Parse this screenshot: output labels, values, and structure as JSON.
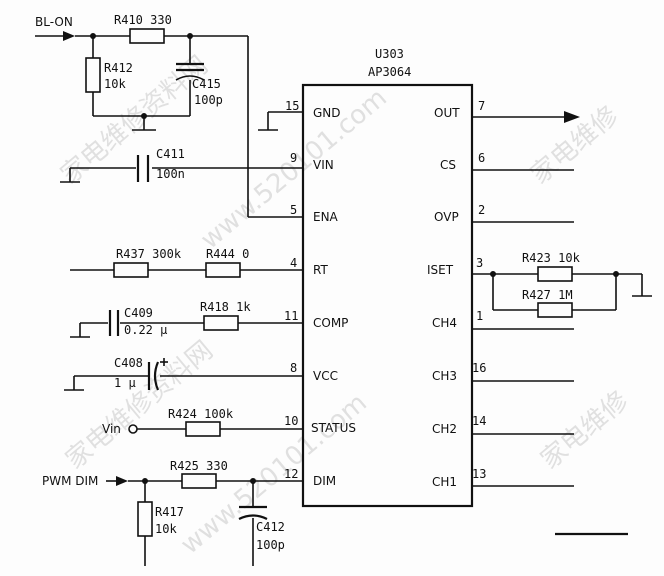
{
  "ic": {
    "ref": "U303",
    "part": "AP3064",
    "left_pins": [
      {
        "num": "15",
        "name": "GND"
      },
      {
        "num": "9",
        "name": "VIN"
      },
      {
        "num": "5",
        "name": "ENA"
      },
      {
        "num": "4",
        "name": "RT"
      },
      {
        "num": "11",
        "name": "COMP"
      },
      {
        "num": "8",
        "name": "VCC"
      },
      {
        "num": "10",
        "name": "STATUS"
      },
      {
        "num": "12",
        "name": "DIM"
      }
    ],
    "right_pins": [
      {
        "num": "7",
        "name": "OUT"
      },
      {
        "num": "6",
        "name": "CS"
      },
      {
        "num": "2",
        "name": "OVP"
      },
      {
        "num": "3",
        "name": "ISET"
      },
      {
        "num": "1",
        "name": "CH4"
      },
      {
        "num": "16",
        "name": "CH3"
      },
      {
        "num": "14",
        "name": "CH2"
      },
      {
        "num": "13",
        "name": "CH1"
      }
    ]
  },
  "nets": {
    "bl_on": "BL-ON",
    "vin": "Vin",
    "pwm_dim": "PWM DIM"
  },
  "components": {
    "r410": {
      "ref": "R410",
      "value": "330"
    },
    "r412": {
      "ref": "R412",
      "value": "10k"
    },
    "c415": {
      "ref": "C415",
      "value": "100p"
    },
    "c411": {
      "ref": "C411",
      "value": "100n"
    },
    "r437": {
      "ref": "R437",
      "value": "300k"
    },
    "r444": {
      "ref": "R444",
      "value": "0"
    },
    "c409": {
      "ref": "C409",
      "value": "0.22 μ"
    },
    "r418": {
      "ref": "R418",
      "value": "1k"
    },
    "c408": {
      "ref": "C408",
      "value": "1 μ"
    },
    "r424": {
      "ref": "R424",
      "value": "100k"
    },
    "r425": {
      "ref": "R425",
      "value": "330"
    },
    "r417": {
      "ref": "R417",
      "value": "10k"
    },
    "c412": {
      "ref": "C412",
      "value": "100p"
    },
    "r423": {
      "ref": "R423",
      "value": "10k"
    },
    "r427": {
      "ref": "R427",
      "value": "1M"
    }
  },
  "watermarks": [
    "家电维修资料网",
    "www.520101.com",
    "家电维修资料网",
    "www.520101.com",
    "家电维修",
    "家电维修"
  ],
  "colors": {
    "ink": "#111111",
    "watermark": "#c9c9c9"
  }
}
